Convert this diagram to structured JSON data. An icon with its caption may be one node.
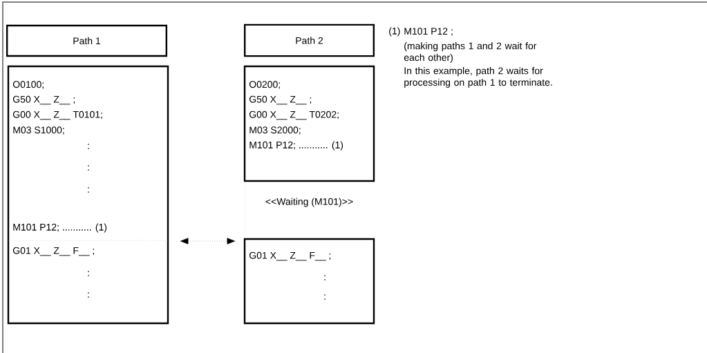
{
  "diagram": {
    "nodes": [
      {
        "text": [
          "Path 1"
        ]
      },
      {
        "text": [
          "Path 2"
        ]
      },
      {
        "text": [
          "O0100;",
          "G50 X__ Z__ ;",
          "G00 X__ Z__ T0101;",
          "M03 S1000;",
          ":",
          ":",
          ":",
          "M101 P12; ........... (1)",
          "G01 X__ Z__ F__ ;",
          ":",
          ":"
        ]
      },
      {
        "text": [
          "O0200;",
          "G50 X__ Z__ ;",
          "G00 X__ Z__ T0202;",
          "M03 S2000;",
          "M101 P12; ........... (1)"
        ]
      },
      {
        "text": [
          "<<Waiting (M101)>>"
        ]
      },
      {
        "text": [
          "G01 X__ Z__ F__ ;",
          ":",
          ":"
        ]
      }
    ],
    "edges": [
      {
        "from": 2,
        "to": 5,
        "arrow": "both",
        "style": "dashed"
      }
    ],
    "labels": [
      "(1)",
      "M101 P12 ;",
      "(making paths 1 and 2 wait for each other)",
      "In this example, path 2 waits for processing on path 1 to terminate."
    ]
  }
}
